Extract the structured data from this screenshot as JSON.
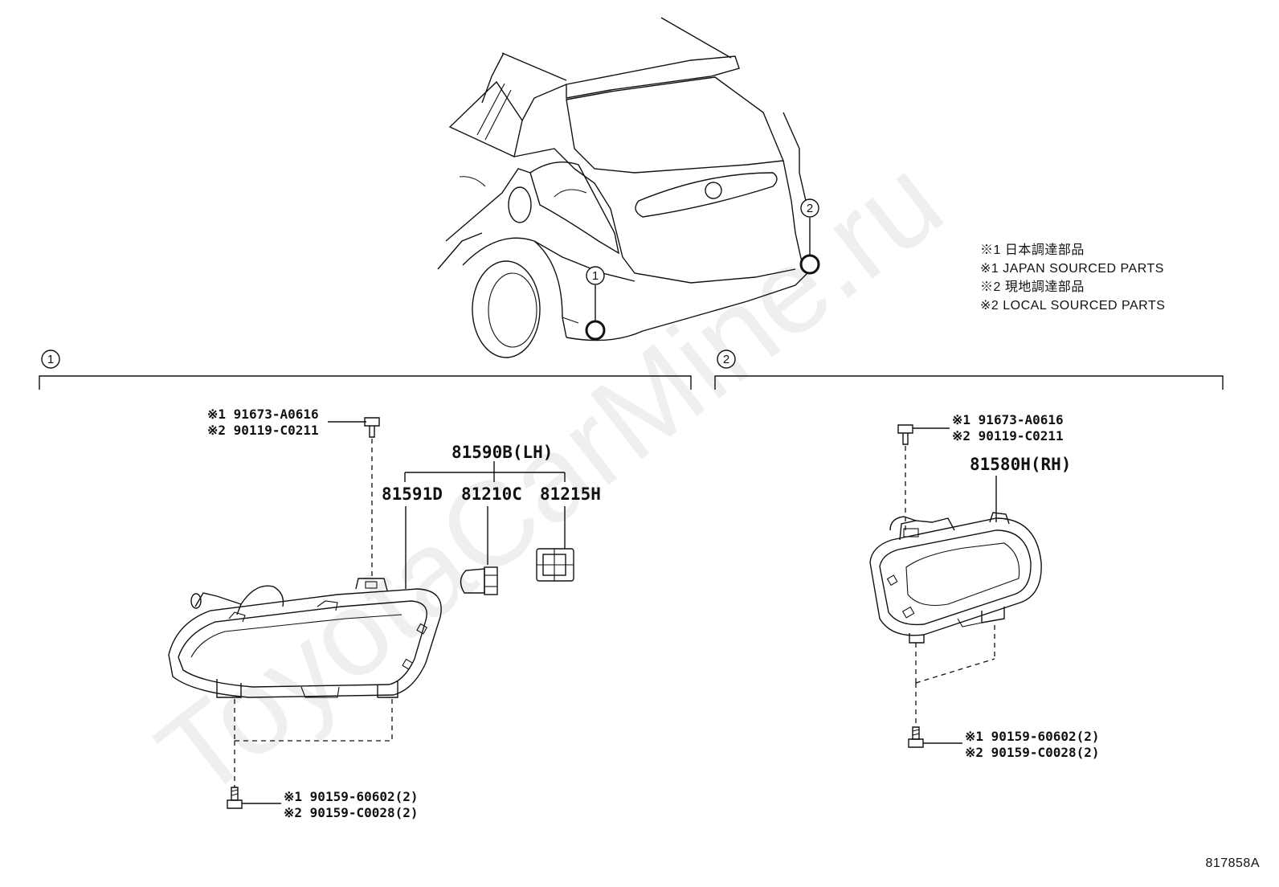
{
  "watermark": "ToyotaCarMine.ru",
  "legend": [
    "※1 日本調達部品",
    "※1 JAPAN SOURCED PARTS",
    "※2 現地調達部品",
    "※2 LOCAL SOURCED PARTS"
  ],
  "callouts": {
    "one": "1",
    "two": "2"
  },
  "left_group": {
    "index": "1",
    "top_fastener": [
      "※1 91673-A0616",
      "※2 90119-C0211"
    ],
    "assembly": "81590B(LH)",
    "parts": [
      "81591D",
      "81210C",
      "81215H"
    ],
    "bottom_fastener": [
      "※1 90159-60602(2)",
      "※2 90159-C0028(2)"
    ]
  },
  "right_group": {
    "index": "2",
    "top_fastener": [
      "※1 91673-A0616",
      "※2 90119-C0211"
    ],
    "assembly": "81580H(RH)",
    "bottom_fastener": [
      "※1 90159-60602(2)",
      "※2 90159-C0028(2)"
    ]
  },
  "diagram_id": "817858A"
}
